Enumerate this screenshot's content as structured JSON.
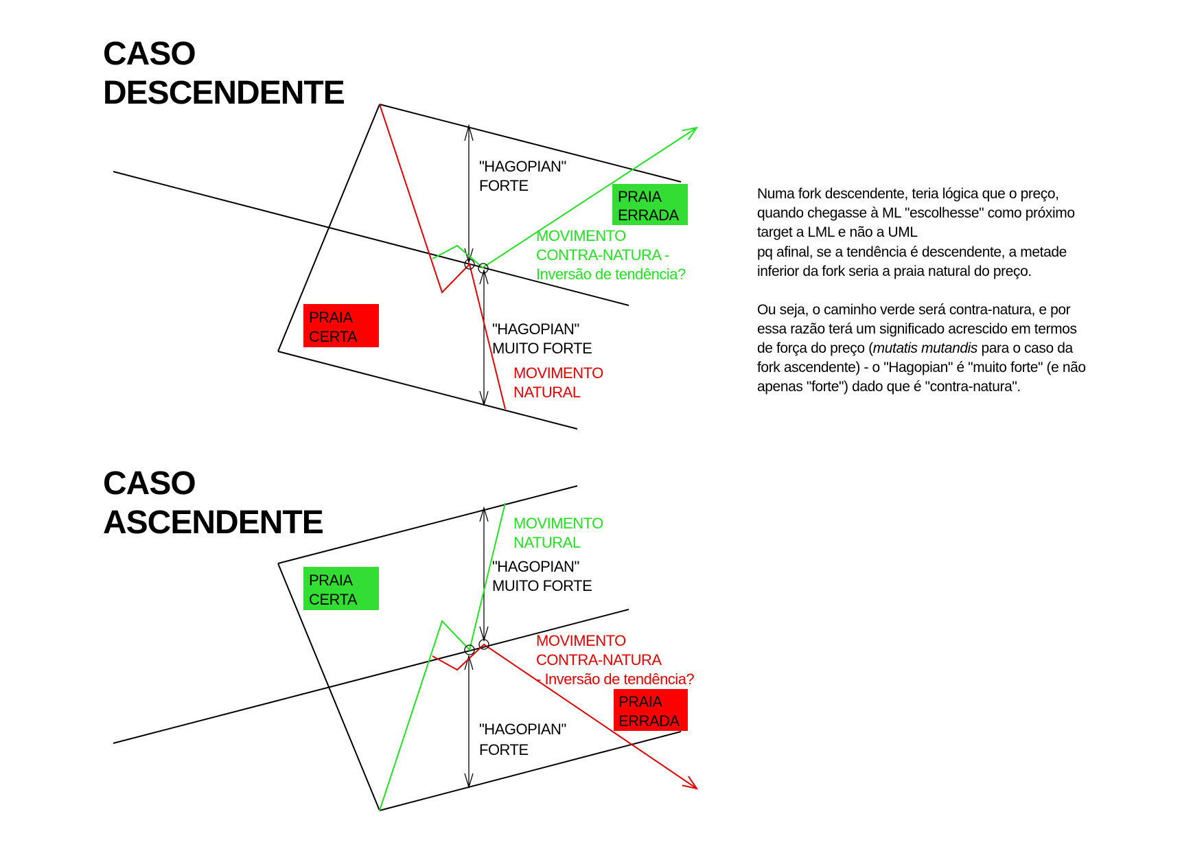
{
  "colors": {
    "green": "#22e022",
    "red": "#e00000",
    "green_box": "#33dd33",
    "red_box": "#ff0000"
  },
  "top": {
    "title_line1": "CASO",
    "title_line2": "DESCENDENTE",
    "hagopian_forte": [
      "\"HAGOPIAN\"",
      "FORTE"
    ],
    "praia_errada": [
      "PRAIA",
      "ERRADA"
    ],
    "movimento_contra": [
      "MOVIMENTO",
      "CONTRA-NATURA -",
      "Inversão de tendência?"
    ],
    "praia_certa": [
      "PRAIA",
      "CERTA"
    ],
    "hagopian_muito": [
      "\"HAGOPIAN\"",
      "MUITO FORTE"
    ],
    "movimento_natural": [
      "MOVIMENTO",
      "NATURAL"
    ]
  },
  "bottom": {
    "title_line1": "CASO",
    "title_line2": "ASCENDENTE",
    "movimento_natural": [
      "MOVIMENTO",
      "NATURAL"
    ],
    "hagopian_muito": [
      "\"HAGOPIAN\"",
      "MUITO FORTE"
    ],
    "praia_certa": [
      "PRAIA",
      "CERTA"
    ],
    "movimento_contra": [
      "MOVIMENTO",
      "CONTRA-NATURA",
      "- Inversão de tendência?"
    ],
    "praia_errada": [
      "PRAIA",
      "ERRADA"
    ],
    "hagopian_forte": [
      "\"HAGOPIAN\"",
      "FORTE"
    ]
  },
  "explanation": {
    "paragraph1": [
      "Numa fork descendente, teria lógica que o preço,",
      "quando chegasse à ML \"escolhesse\" como próximo",
      "target a LML e não a UML",
      "pq afinal, se a tendência é descendente, a metade",
      "inferior da fork seria a praia natural do preço."
    ],
    "paragraph2": {
      "line1": "Ou seja, o caminho verde será contra-natura, e por",
      "line2": "essa razão terá um significado acrescido em termos",
      "line3_pre": "de força do preço (",
      "line3_italic": "mutatis mutandis",
      "line3_post": " para o caso da",
      "line4": "fork ascendente) - o \"Hagopian\" é \"muito forte\" (e não",
      "line5": "apenas \"forte\") dado que é \"contra-natura\"."
    }
  }
}
